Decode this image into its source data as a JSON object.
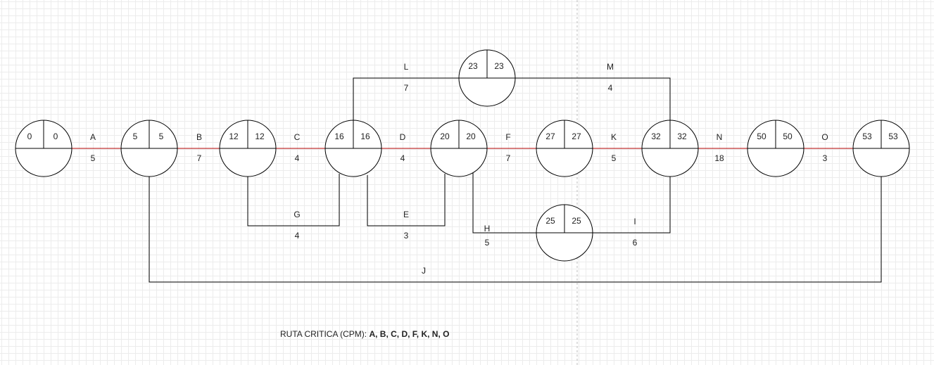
{
  "diagram": {
    "critical_color": "#b00000",
    "line_color": "#000000",
    "nodes": [
      {
        "id": "n1",
        "es": "0",
        "ls": "0"
      },
      {
        "id": "n2",
        "es": "5",
        "ls": "5"
      },
      {
        "id": "n3",
        "es": "12",
        "ls": "12"
      },
      {
        "id": "n4",
        "es": "16",
        "ls": "16"
      },
      {
        "id": "n5",
        "es": "20",
        "ls": "20"
      },
      {
        "id": "n6",
        "es": "27",
        "ls": "27"
      },
      {
        "id": "n7",
        "es": "32",
        "ls": "32"
      },
      {
        "id": "n8",
        "es": "50",
        "ls": "50"
      },
      {
        "id": "n9",
        "es": "53",
        "ls": "53"
      },
      {
        "id": "n10",
        "es": "23",
        "ls": "23"
      },
      {
        "id": "n11",
        "es": "25",
        "ls": "25"
      }
    ],
    "activities": [
      {
        "name": "A",
        "duration": "5",
        "from": "n1",
        "to": "n2",
        "critical": true
      },
      {
        "name": "B",
        "duration": "7",
        "from": "n2",
        "to": "n3",
        "critical": true
      },
      {
        "name": "C",
        "duration": "4",
        "from": "n3",
        "to": "n4",
        "critical": true
      },
      {
        "name": "D",
        "duration": "4",
        "from": "n4",
        "to": "n5",
        "critical": true
      },
      {
        "name": "F",
        "duration": "7",
        "from": "n5",
        "to": "n6",
        "critical": true
      },
      {
        "name": "K",
        "duration": "5",
        "from": "n6",
        "to": "n7",
        "critical": true
      },
      {
        "name": "N",
        "duration": "18",
        "from": "n7",
        "to": "n8",
        "critical": true
      },
      {
        "name": "O",
        "duration": "3",
        "from": "n8",
        "to": "n9",
        "critical": true
      },
      {
        "name": "L",
        "duration": "7",
        "from": "n4",
        "to": "n10",
        "critical": false
      },
      {
        "name": "M",
        "duration": "4",
        "from": "n10",
        "to": "n7",
        "critical": false
      },
      {
        "name": "G",
        "duration": "4",
        "from": "n3",
        "to": "n4",
        "critical": false
      },
      {
        "name": "E",
        "duration": "3",
        "from": "n4",
        "to": "n5",
        "critical": false
      },
      {
        "name": "H",
        "duration": "5",
        "from": "n5",
        "to": "n11",
        "critical": false
      },
      {
        "name": "I",
        "duration": "6",
        "from": "n11",
        "to": "n7",
        "critical": false
      },
      {
        "name": "J",
        "duration": "",
        "from": "n2",
        "to": "n9",
        "critical": false
      }
    ]
  },
  "footer": {
    "label": "RUTA CRITICA (CPM):",
    "route": "A, B, C, D, F, K, N, O"
  }
}
